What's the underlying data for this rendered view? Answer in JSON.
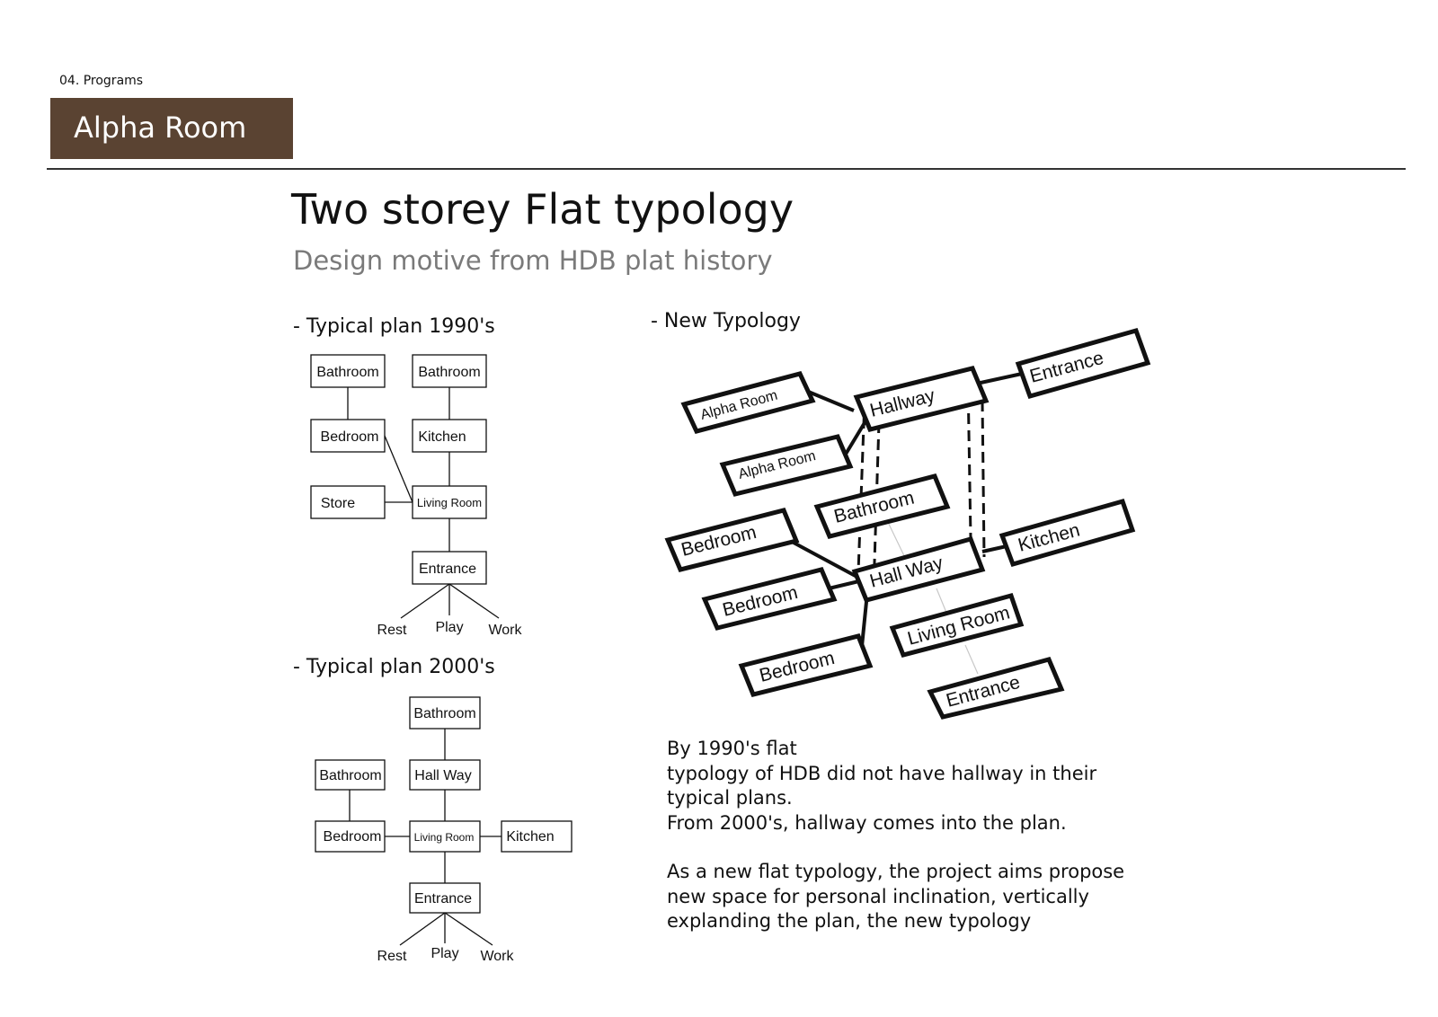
{
  "header": {
    "section": "04. Programs",
    "title": "Alpha Room"
  },
  "main": {
    "title": "Two storey Flat typology",
    "subtitle": "Design motive from HDB plat history"
  },
  "plan_1990": {
    "heading": "- Typical plan 1990's",
    "bathroom_a": "Bathroom",
    "bathroom_b": "Bathroom",
    "bedroom": "Bedroom",
    "kitchen": "Kitchen",
    "store": "Store",
    "living": "Living Room",
    "entrance": "Entrance",
    "rest": "Rest",
    "play": "Play",
    "work": "Work"
  },
  "plan_2000": {
    "heading": "- Typical plan 2000's",
    "bathroom_top": "Bathroom",
    "bathroom_left": "Bathroom",
    "hallway": "Hall Way",
    "bedroom": "Bedroom",
    "living": "Living Room",
    "kitchen": "Kitchen",
    "entrance": "Entrance",
    "rest": "Rest",
    "play": "Play",
    "work": "Work"
  },
  "new_typology": {
    "heading": "- New Typology",
    "entrance_top": "Entrance",
    "hallway_top": "Hallway",
    "alpha_room_1": "Alpha Room",
    "alpha_room_2": "Alpha Room",
    "bathroom": "Bathroom",
    "bedroom_1": "Bedroom",
    "hallway_bottom": "Hall Way",
    "kitchen": "Kitchen",
    "bedroom_2": "Bedroom",
    "living": "Living Room",
    "bedroom_3": "Bedroom",
    "entrance_bottom": "Entrance"
  },
  "description": {
    "p1_lines": [
      "By 1990's flat",
      "typology of HDB did not  have hallway in their",
      "typical plans.",
      "From 2000's, hallway comes into the plan."
    ],
    "p2_lines": [
      "As a new flat typology, the project aims propose",
      "new space for personal inclination, vertically",
      "explanding the plan, the new typology"
    ]
  }
}
